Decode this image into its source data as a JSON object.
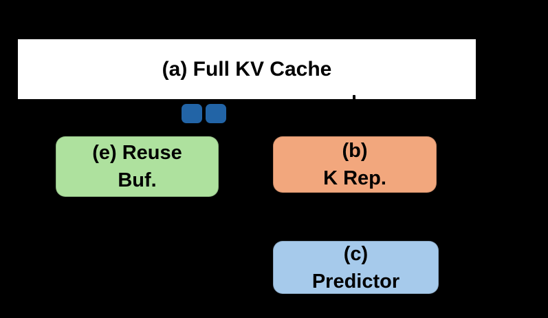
{
  "colors": {
    "background": "#000000",
    "full_kv_fill": "#FFFFFF",
    "reuse_fill": "#AEE19E",
    "krep_fill": "#F2A77D",
    "predictor_fill": "#A6CAEB",
    "token_fill": "#2264A6",
    "text": "#000000"
  },
  "boxes": {
    "full_kv": {
      "label": "(a) Full KV Cache"
    },
    "reuse": {
      "line1": "(e) Reuse",
      "line2": "Buf."
    },
    "krep": {
      "line1": "(b)",
      "line2": "K Rep."
    },
    "predictor": {
      "line1": "(c)",
      "line2": "Predictor"
    }
  },
  "tokens": {
    "count": 2
  }
}
